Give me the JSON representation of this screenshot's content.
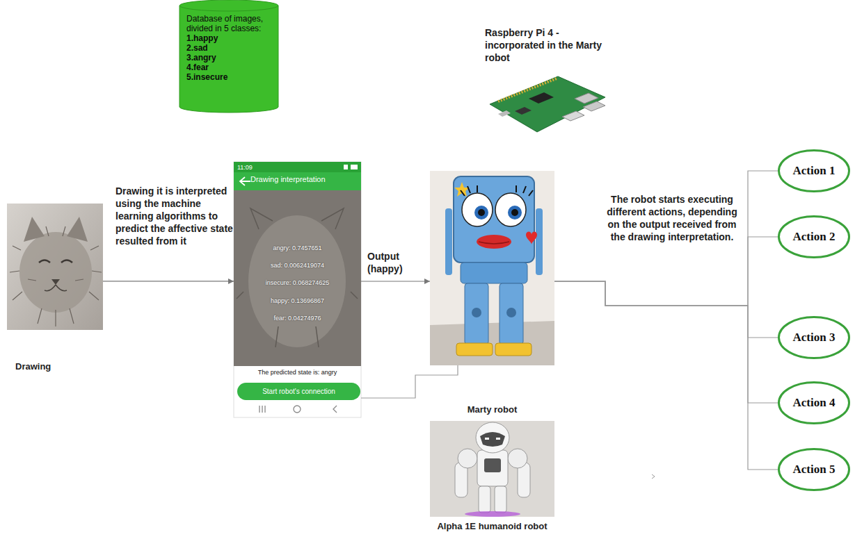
{
  "diagram": {
    "nodes": [
      {
        "text": [
          "Database of images, divided in 5 classes:",
          "1.happy",
          "2.sad",
          "3.angry",
          "4.fear",
          "5.insecure"
        ]
      },
      {
        "text": [
          "Drawing"
        ]
      },
      {
        "text": [
          "11:09",
          "Drawing interpretation",
          "angry: 0.7457651",
          "sad: 0.0062419074",
          "insecure: 0.068274625",
          "happy: 0.13696867",
          "fear: 0.04274976",
          "The predicted state is: angry"
        ]
      },
      {
        "text": [
          "Start robot's connection"
        ],
        "in": 2
      },
      {
        "text": [
          "Marty robot"
        ]
      },
      {
        "text": [
          "Alpha 1E humanoid robot"
        ]
      },
      {
        "text": [
          "Action 1"
        ]
      },
      {
        "text": [
          "Action 2"
        ]
      },
      {
        "text": [
          "Action 3"
        ]
      },
      {
        "text": [
          "Action 4"
        ]
      },
      {
        "text": [
          "Action 5"
        ]
      }
    ],
    "edges": [
      {
        "from": 1,
        "to": 2,
        "arrow": "to",
        "label": "Drawing it is interpreted using the machine learning algorithms to predict the affective state resulted from it"
      },
      {
        "from": 2,
        "to": 4,
        "arrow": "to",
        "label": "Output (happy)"
      },
      {
        "from": 2,
        "to": 4,
        "arrow": "none"
      },
      {
        "from": 4,
        "to": 6,
        "arrow": "none"
      },
      {
        "from": 4,
        "to": 7,
        "arrow": "none"
      },
      {
        "from": 4,
        "to": 8,
        "arrow": "none"
      },
      {
        "from": 4,
        "to": 9,
        "arrow": "none"
      },
      {
        "from": 4,
        "to": 10,
        "arrow": "none"
      }
    ],
    "labels": [
      "Raspberry Pi 4 - incorporated in the Marty robot",
      "The robot starts executing different actions, depending on the output received from the drawing interpretation."
    ]
  }
}
